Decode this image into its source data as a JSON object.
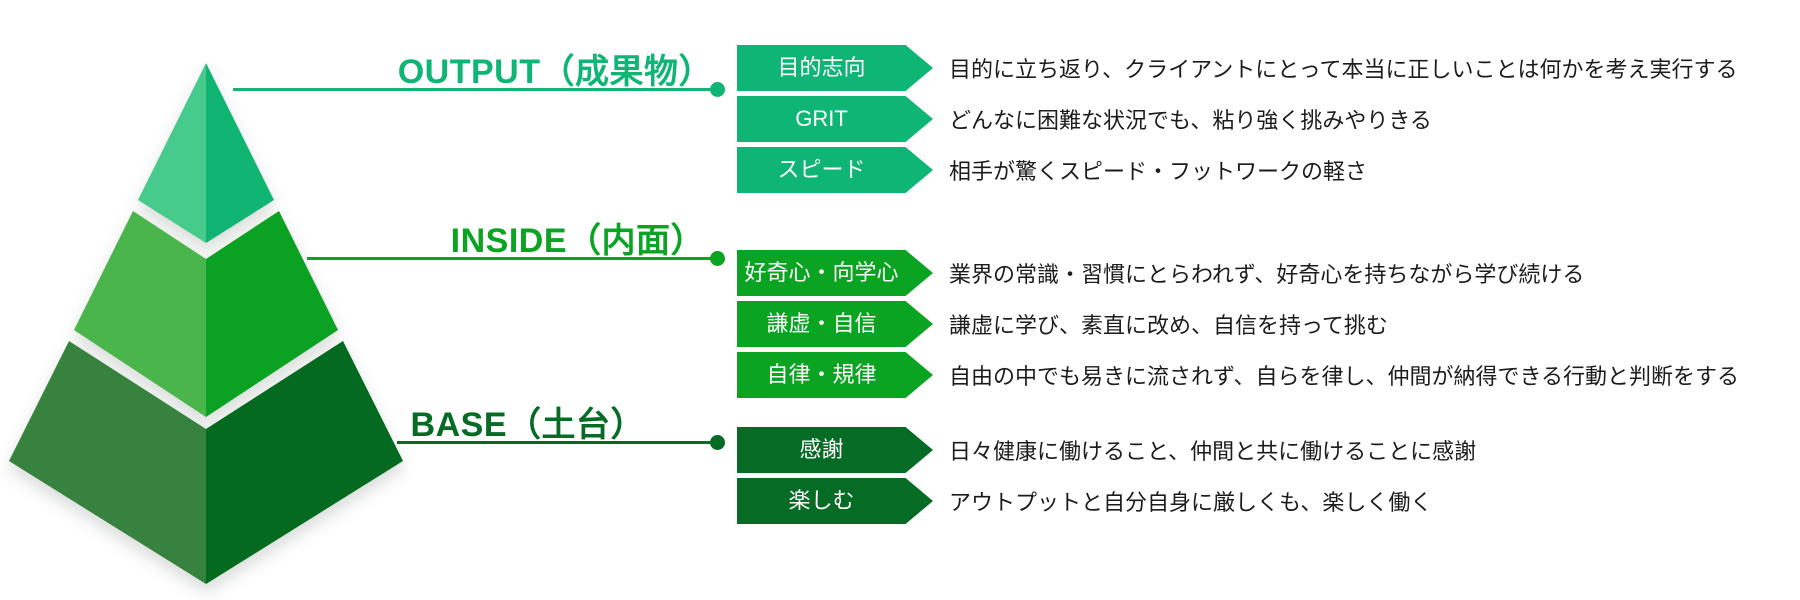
{
  "diagram": {
    "title_implicit": "values pyramid",
    "colors": {
      "output_accent": "#0fb575",
      "inside_accent": "#0ba422",
      "base_accent": "#066b24",
      "pyramid_top_left_face": "#47cb8d",
      "pyramid_top_right_face": "#10b473",
      "pyramid_mid_left_face": "#49b54b",
      "pyramid_mid_right_face": "#0ba122",
      "pyramid_base_left_face": "#38823f",
      "pyramid_base_right_face": "#046a20",
      "description_text": "#1c1c1c",
      "tag_text": "#ffffff"
    },
    "groups": [
      {
        "header": "OUTPUT（成果物）",
        "items": [
          {
            "tag": "目的志向",
            "desc": "目的に立ち返り、クライアントにとって本当に正しいことは何かを考え実行する"
          },
          {
            "tag": "GRIT",
            "desc": "どんなに困難な状況でも、粘り強く挑みやりきる"
          },
          {
            "tag": "スピード",
            "desc": "相手が驚くスピード・フットワークの軽さ"
          }
        ]
      },
      {
        "header": "INSIDE（内面）",
        "items": [
          {
            "tag": "好奇心・向学心",
            "desc": "業界の常識・習慣にとらわれず、好奇心を持ちながら学び続ける"
          },
          {
            "tag": "謙虚・自信",
            "desc": "謙虚に学び、素直に改め、自信を持って挑む"
          },
          {
            "tag": "自律・規律",
            "desc": "自由の中でも易きに流されず、自らを律し、仲間が納得できる行動と判断をする"
          }
        ]
      },
      {
        "header": "BASE（土台）",
        "items": [
          {
            "tag": "感謝",
            "desc": "日々健康に働けること、仲間と共に働けることに感謝"
          },
          {
            "tag": "楽しむ",
            "desc": "アウトプットと自分自身に厳しくも、楽しく働く"
          }
        ]
      }
    ]
  }
}
